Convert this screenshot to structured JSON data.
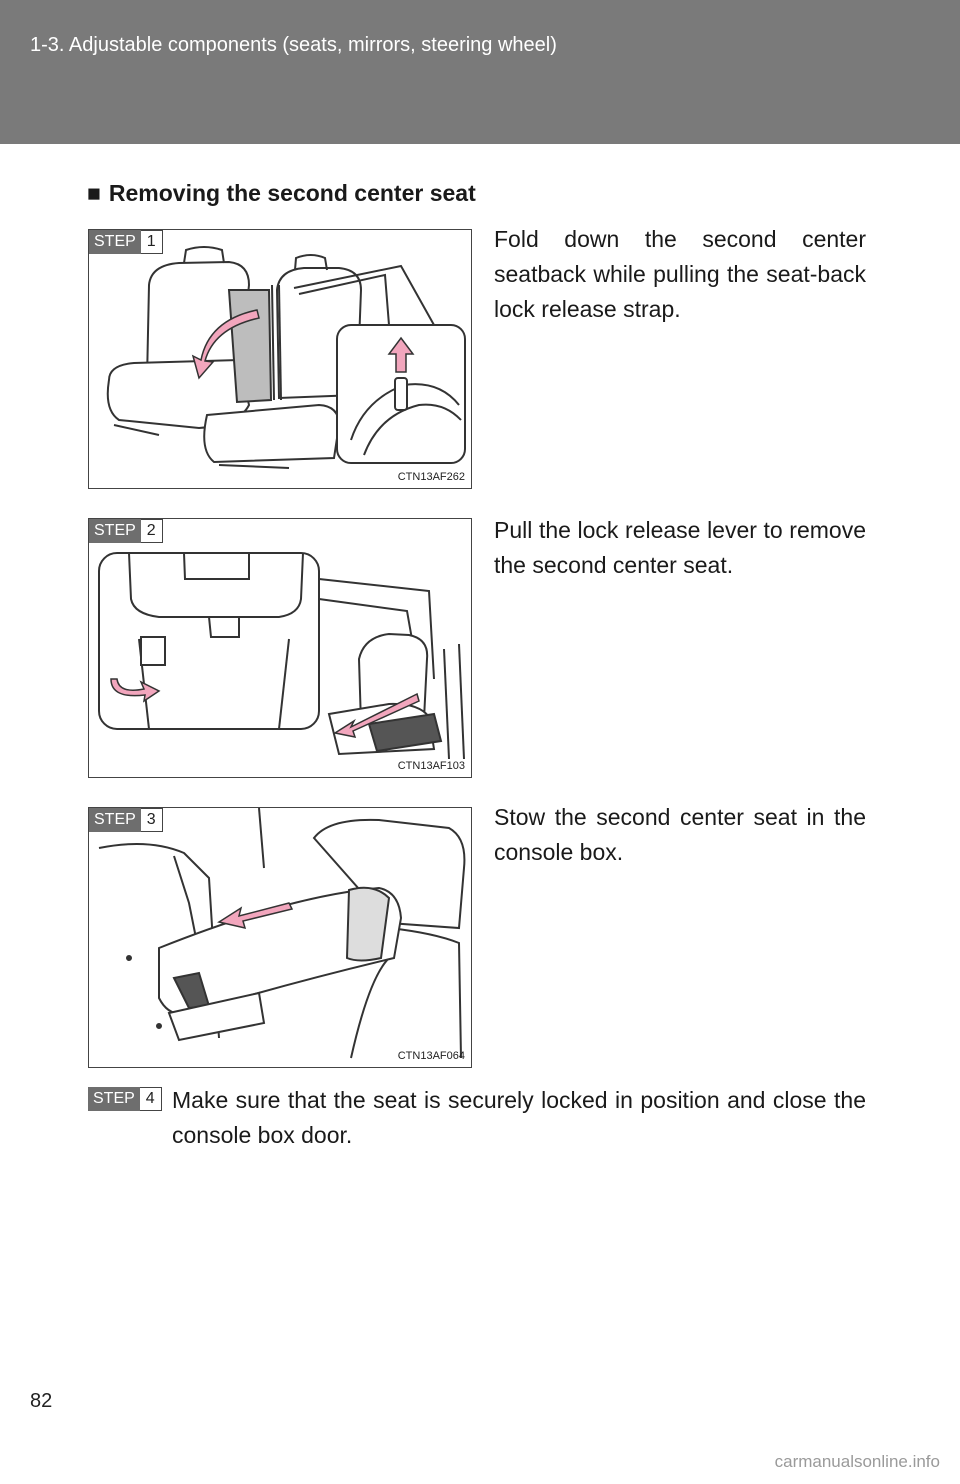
{
  "header": {
    "title": "1-3. Adjustable components (seats, mirrors, steering wheel)"
  },
  "section": {
    "bullet": "■",
    "title": "Removing the second center seat"
  },
  "steps": [
    {
      "label": "STEP",
      "number": "1",
      "text": "Fold down the second center seatback while pulling the seat-back lock release strap.",
      "figure_code": "CTN13AF262"
    },
    {
      "label": "STEP",
      "number": "2",
      "text": "Pull the lock release lever to remove the second center seat.",
      "figure_code": "CTN13AF103"
    },
    {
      "label": "STEP",
      "number": "3",
      "text": "Stow the second center seat in the console box.",
      "figure_code": "CTN13AF064"
    },
    {
      "label": "STEP",
      "number": "4",
      "text": "Make sure that the seat is securely locked in position and close the console box door."
    }
  ],
  "page_number": "82",
  "watermark": "carmanualsonline.info",
  "colors": {
    "header_bg": "#7a7a7a",
    "arrow_pink": "#f2a6bd",
    "line_art": "#333333"
  }
}
